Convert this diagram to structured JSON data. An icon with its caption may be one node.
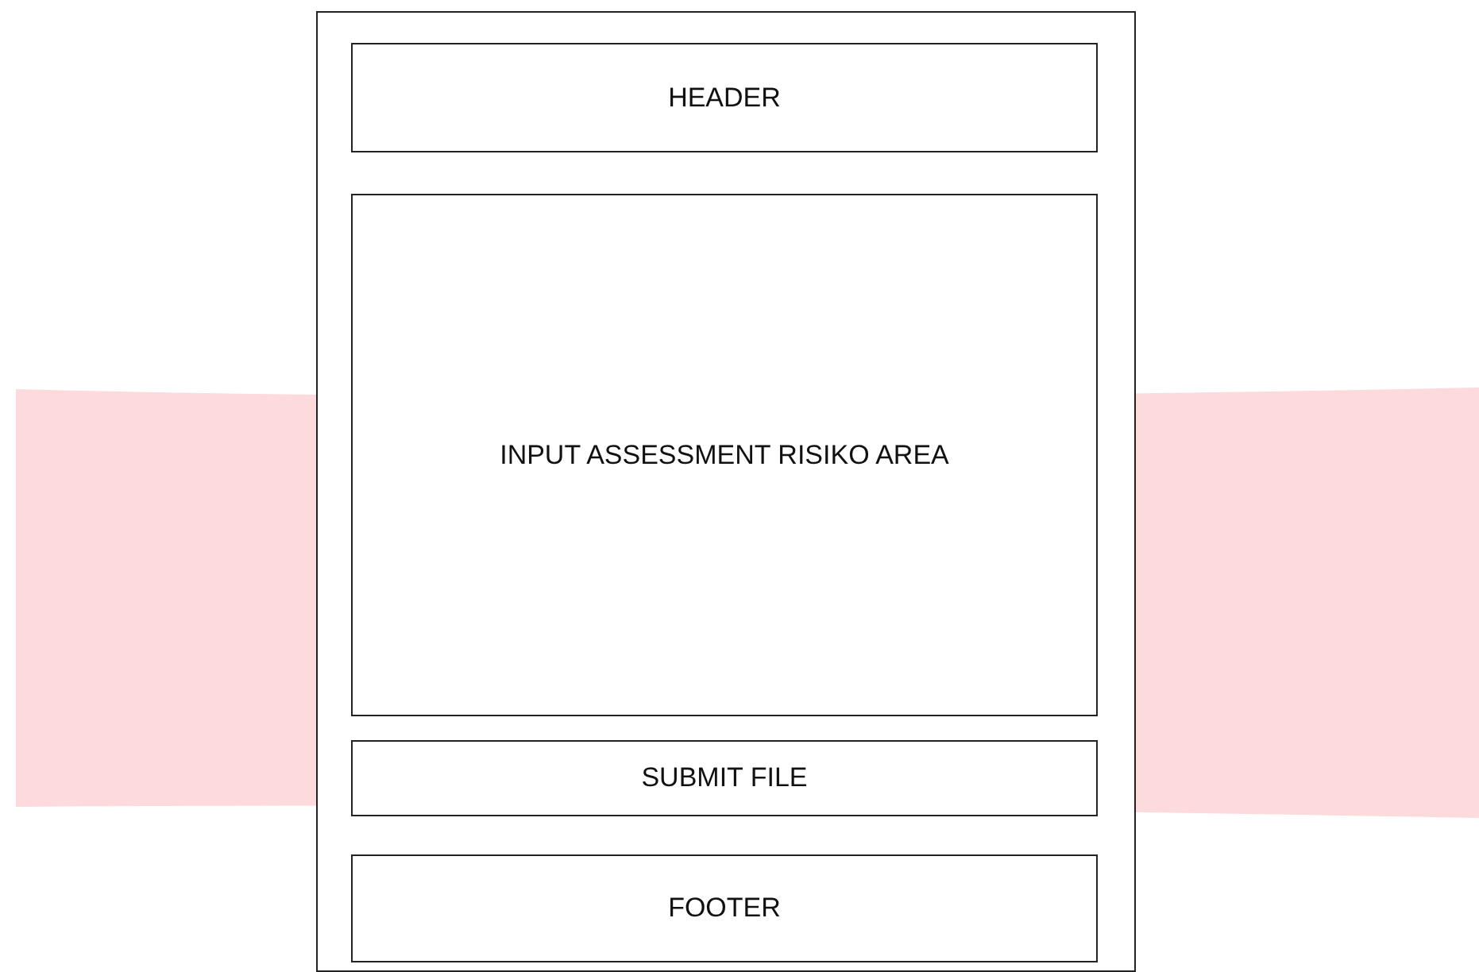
{
  "diagram": {
    "nodes": [
      {
        "text": [],
        "shape": "box"
      },
      {
        "text": [
          "HEADER"
        ],
        "in": 0
      },
      {
        "text": [
          "INPUT ASSESSMENT RISIKO AREA"
        ],
        "in": 0
      },
      {
        "text": [
          "SUBMIT FILE"
        ],
        "in": 0
      },
      {
        "text": [
          "FOOTER"
        ],
        "in": 0
      }
    ]
  }
}
